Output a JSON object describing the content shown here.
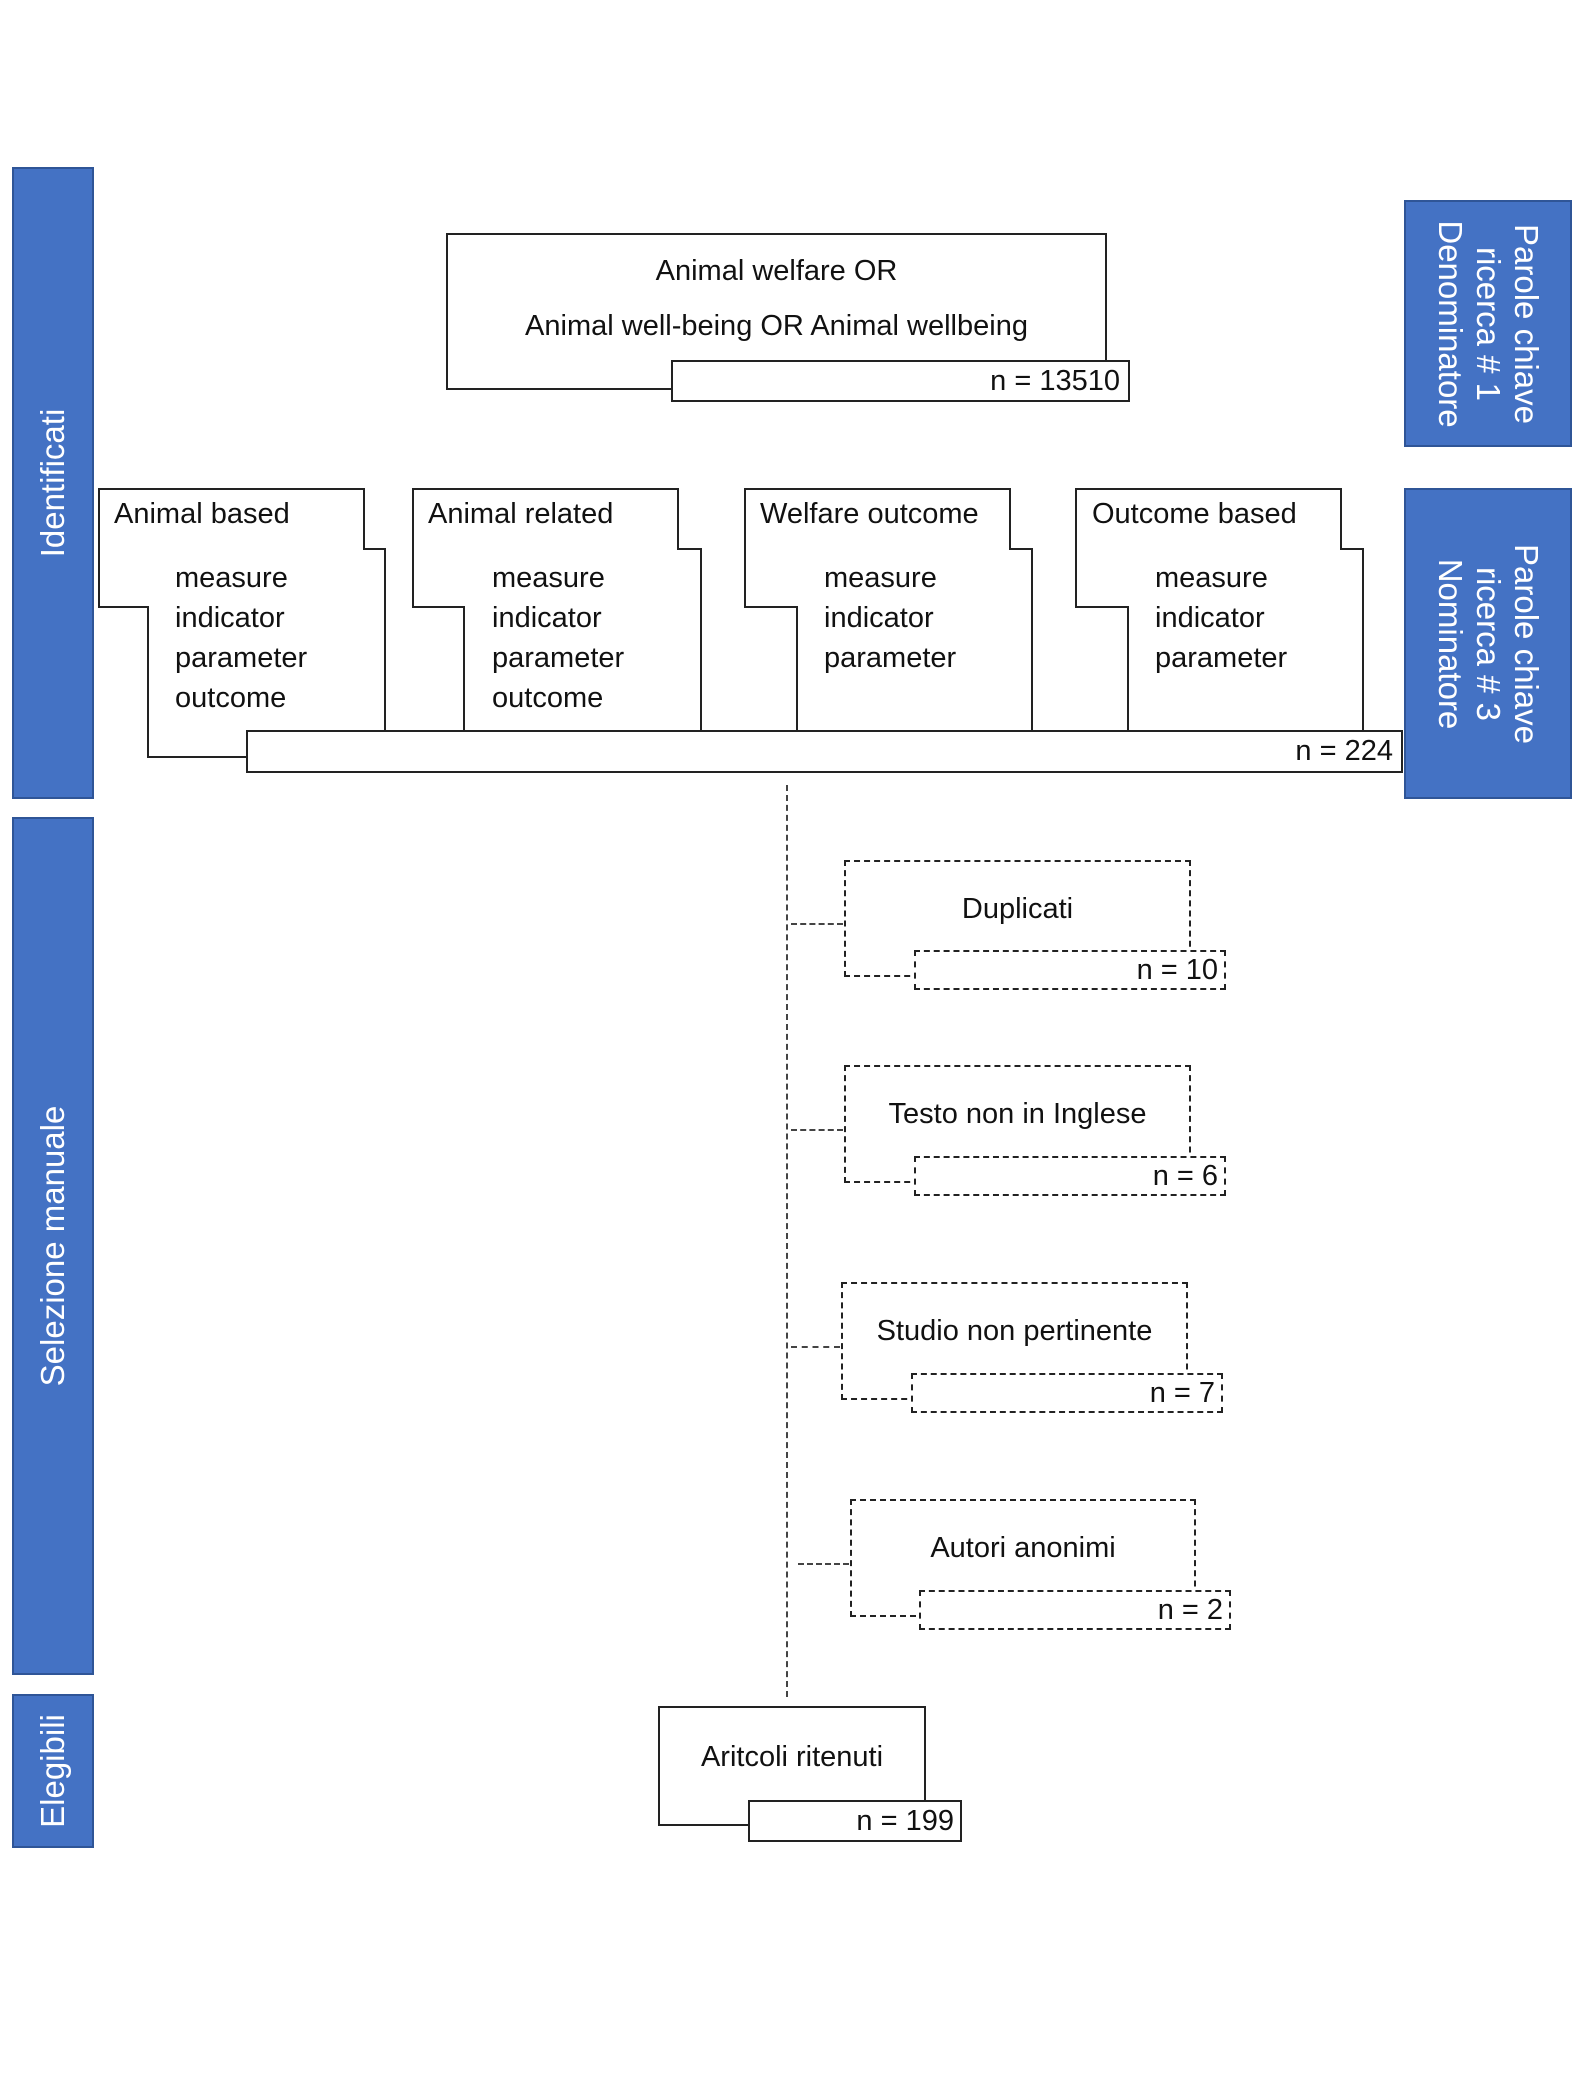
{
  "stages": {
    "identificati": "Identificati",
    "selezione": "Selezione manuale",
    "elegibili": "Elegibili"
  },
  "side_labels": {
    "ricerca1": [
      "Parole chiave",
      "ricerca # 1",
      "Denominatore"
    ],
    "ricerca3": [
      "Parole chiave",
      "ricerca # 3",
      "Nominatore"
    ]
  },
  "search1": {
    "line1": "Animal welfare OR",
    "line2": "Animal well-being OR Animal wellbeing",
    "count": "n = 13510"
  },
  "keyword_boxes": [
    {
      "title": "Animal based",
      "terms": [
        "measure",
        "indicator",
        "parameter",
        "outcome"
      ]
    },
    {
      "title": "Animal related",
      "terms": [
        "measure",
        "indicator",
        "parameter",
        "outcome"
      ]
    },
    {
      "title": "Welfare outcome",
      "terms": [
        "measure",
        "indicator",
        "parameter"
      ]
    },
    {
      "title": "Outcome based",
      "terms": [
        "measure",
        "indicator",
        "parameter"
      ]
    }
  ],
  "search3_count": "n = 224",
  "exclusions": [
    {
      "label": "Duplicati",
      "count": "n = 10"
    },
    {
      "label": "Testo non in Inglese",
      "count": "n = 6"
    },
    {
      "label": "Studio non pertinente",
      "count": "n = 7"
    },
    {
      "label": "Autori anonimi",
      "count": "n = 2"
    }
  ],
  "final": {
    "label": "Aritcoli ritenuti",
    "count": "n = 199"
  }
}
